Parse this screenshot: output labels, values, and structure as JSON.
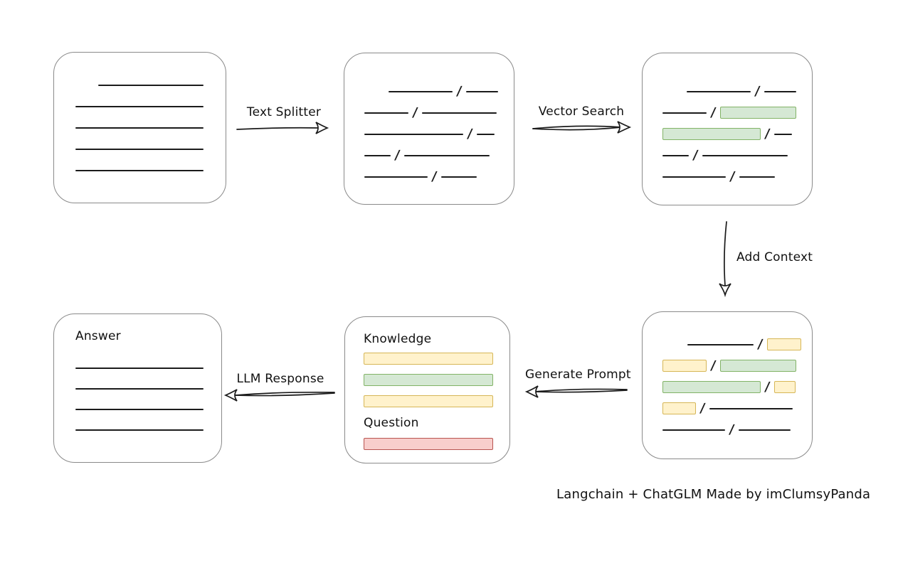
{
  "labels": {
    "text_splitter": "Text Splitter",
    "vector_search": "Vector Search",
    "add_context": "Add Context",
    "generate_prompt": "Generate Prompt",
    "llm_response": "LLM Response",
    "knowledge": "Knowledge",
    "question": "Question",
    "answer": "Answer",
    "separator": "/",
    "caption": "Langchain + ChatGLM Made by imClumsyPanda"
  },
  "colors": {
    "box_border": "#8a8a8a",
    "stroke": "#1b1b1b",
    "highlight_green_fill": "#d5e8d4",
    "highlight_green_border": "#82b366",
    "highlight_yellow_fill": "#fff2cc",
    "highlight_yellow_border": "#d6b656",
    "highlight_red_fill": "#f8cecc",
    "highlight_red_border": "#b85450"
  },
  "flow": {
    "edges": [
      {
        "from": "document",
        "to": "chunks",
        "label": "Text Splitter"
      },
      {
        "from": "chunks",
        "to": "vector-matches",
        "label": "Vector Search"
      },
      {
        "from": "vector-matches",
        "to": "context-chunks",
        "label": "Add Context"
      },
      {
        "from": "context-chunks",
        "to": "prompt",
        "label": "Generate Prompt"
      },
      {
        "from": "prompt",
        "to": "answer",
        "label": "LLM Response"
      }
    ]
  }
}
